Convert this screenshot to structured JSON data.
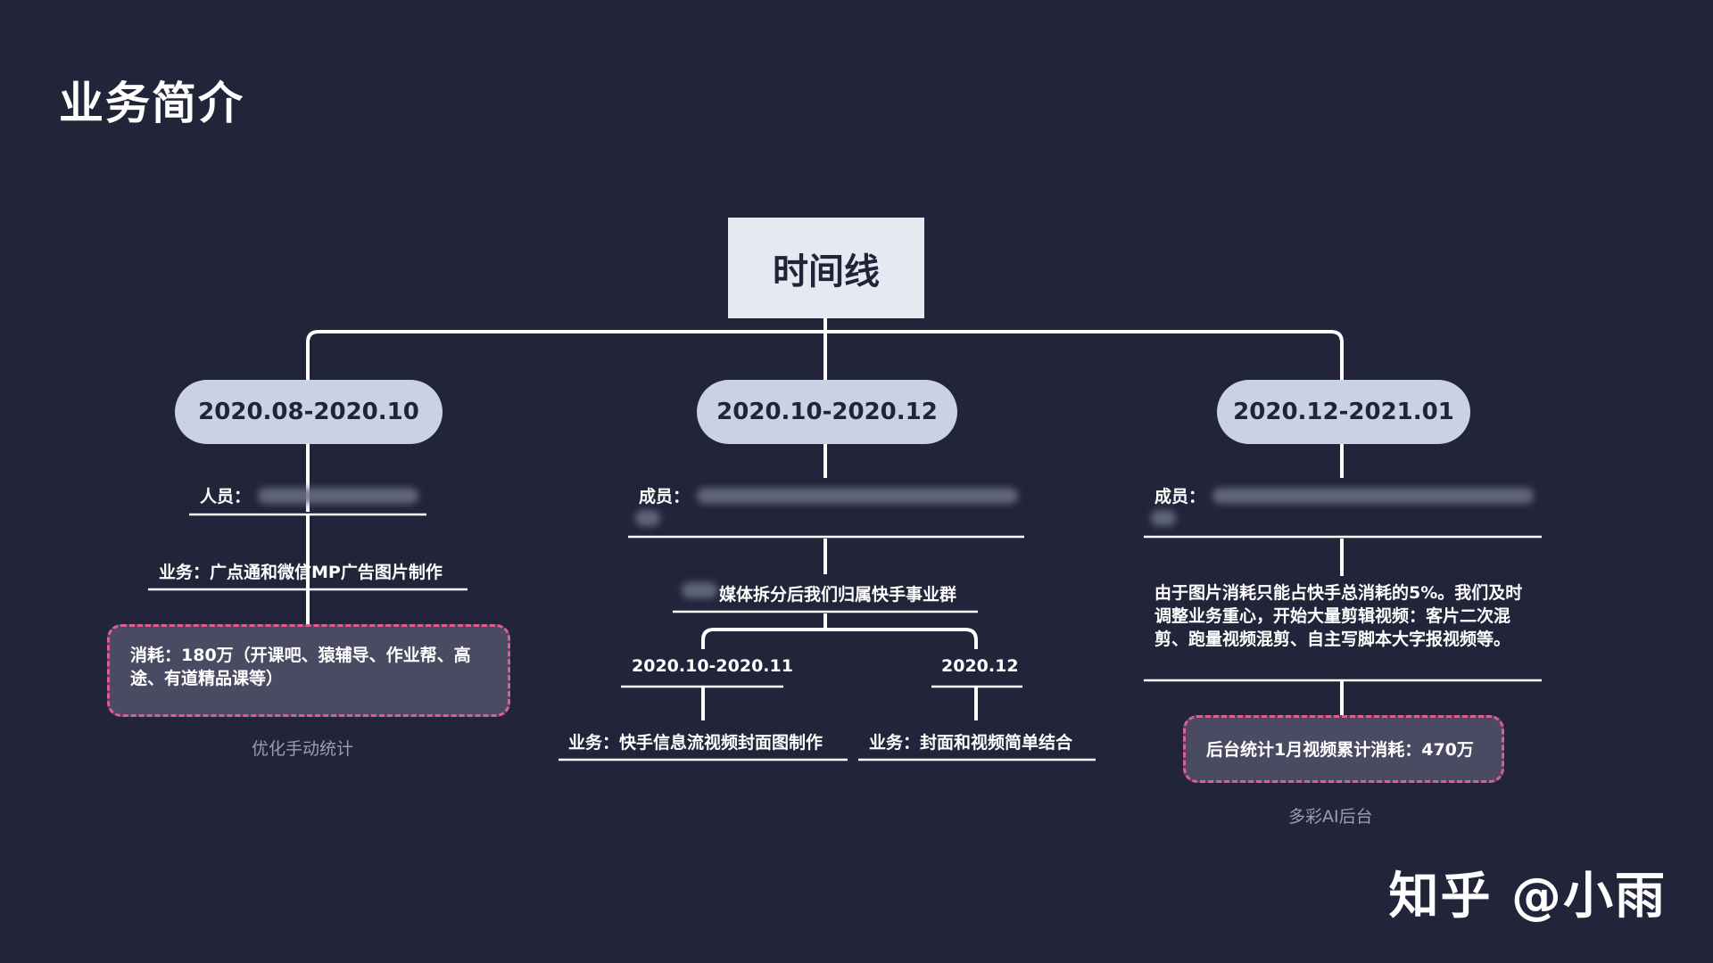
{
  "page": {
    "title": "业务简介"
  },
  "timeline": {
    "root": "时间线",
    "branches": [
      {
        "period": "2020.08-2020.10",
        "members_label": "人员：",
        "business": "业务：广点通和微信MP广告图片制作",
        "consumption": "消耗：180万（开课吧、猿辅导、作业帮、高途、有道精品课等）",
        "note": "优化手动统计"
      },
      {
        "period": "2020.10-2020.12",
        "members_label": "成员：",
        "restructure": "媒体拆分后我们归属快手事业群",
        "sub_branches": [
          {
            "period": "2020.10-2020.11",
            "business": "业务：快手信息流视频封面图制作"
          },
          {
            "period": "2020.12",
            "business": "业务：封面和视频简单结合"
          }
        ]
      },
      {
        "period": "2020.12-2021.01",
        "members_label": "成员：",
        "description": "由于图片消耗只能占快手总消耗的5%。我们及时调整业务重心，开始大量剪辑视频：客片二次混剪、跑量视频混剪、自主写脚本大字报视频等。",
        "consumption": "后台统计1月视频累计消耗：470万",
        "note": "多彩AI后台"
      }
    ]
  },
  "watermark": "知乎 @小雨"
}
